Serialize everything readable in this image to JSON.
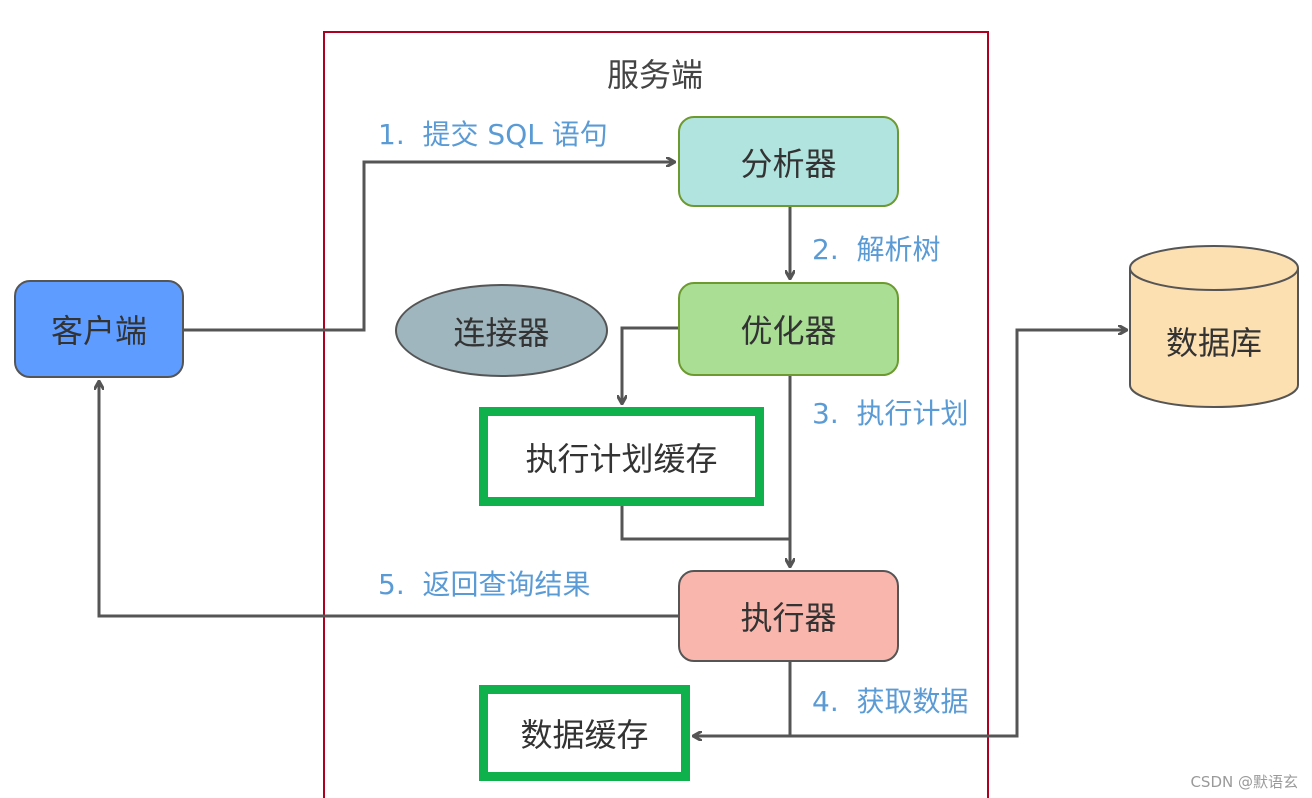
{
  "server": {
    "title": "服务端"
  },
  "nodes": {
    "client": "客户端",
    "analyzer": "分析器",
    "optimizer": "优化器",
    "executor": "执行器",
    "connector": "连接器",
    "plan_cache": "执行计划缓存",
    "data_cache": "数据缓存",
    "database": "数据库"
  },
  "steps": {
    "step1": "1.  提交 SQL 语句",
    "step2": "2.  解析树",
    "step3": "3.  执行计划",
    "step4": "4.  获取数据",
    "step5": "5.  返回查询结果"
  },
  "watermark": "CSDN @默语玄",
  "colors": {
    "server_border": "#b00020",
    "client_fill": "#5e9cff",
    "analyzer_fill": "#b2e4df",
    "optimizer_fill": "#a9de94",
    "executor_fill": "#f9b6ad",
    "connector_fill": "#9fb6bf",
    "cache_border": "#0fb14d",
    "database_fill": "#fde0b2",
    "step_text": "#5b9bd5",
    "arrow": "#555555"
  }
}
